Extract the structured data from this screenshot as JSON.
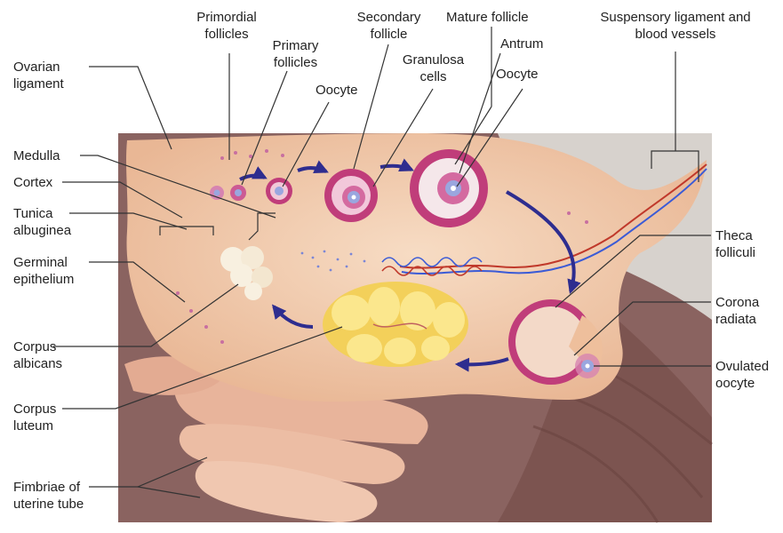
{
  "labels": {
    "ovarian_ligament": "Ovarian ligament",
    "primordial_follicles": "Primordial follicles",
    "primary_follicles": "Primary follicles",
    "oocyte_primary": "Oocyte",
    "secondary_follicle": "Secondary follicle",
    "granulosa_cells": "Granulosa cells",
    "mature_follicle": "Mature follicle",
    "antrum": "Antrum",
    "oocyte_mature": "Oocyte",
    "suspensory_ligament": "Suspensory ligament and blood vessels",
    "medulla": "Medulla",
    "cortex": "Cortex",
    "tunica_albuginea": "Tunica albuginea",
    "germinal_epithelium": "Germinal epithelium",
    "theca_folliculi": "Theca folliculi",
    "corona_radiata": "Corona radiata",
    "corpus_albicans": "Corpus albicans",
    "ovulated_oocyte": "Ovulated oocyte",
    "corpus_luteum": "Corpus luteum",
    "fimbriae": "Fimbriae of uterine tube"
  },
  "colors": {
    "tissue": "#eebf9c",
    "tissue_light": "#f6d6bb",
    "follicle": "#c03d7a",
    "oocyte": "#9aa6df",
    "arrow": "#2e2d8f",
    "luteum": "#f5d64a",
    "background_fabric": "#8a6360",
    "leader_line": "#333333"
  }
}
